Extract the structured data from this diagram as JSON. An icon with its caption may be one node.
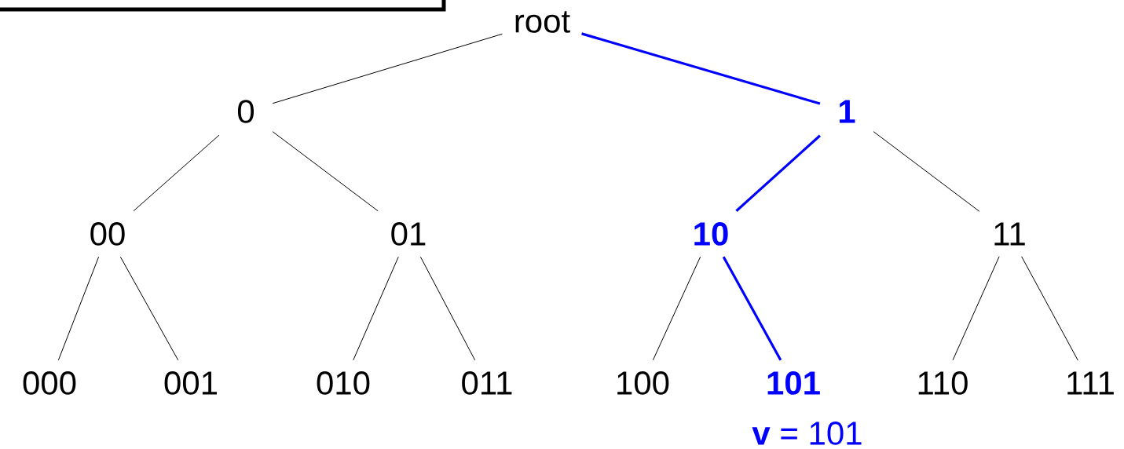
{
  "diagram": {
    "nodes": [
      {
        "text": [
          "root"
        ]
      },
      {
        "text": [
          "0"
        ]
      },
      {
        "text": [
          "1"
        ]
      },
      {
        "text": [
          "00"
        ]
      },
      {
        "text": [
          "01"
        ]
      },
      {
        "text": [
          "10"
        ]
      },
      {
        "text": [
          "11"
        ]
      },
      {
        "text": [
          "000"
        ]
      },
      {
        "text": [
          "001"
        ]
      },
      {
        "text": [
          "010"
        ]
      },
      {
        "text": [
          "011"
        ]
      },
      {
        "text": [
          "100"
        ]
      },
      {
        "text": [
          "101"
        ]
      },
      {
        "text": [
          "110"
        ]
      },
      {
        "text": [
          "111"
        ]
      }
    ],
    "edges": [
      {
        "from": 0,
        "to": 1,
        "arrow": "none"
      },
      {
        "from": 0,
        "to": 2,
        "arrow": "none",
        "style": "thick",
        "color": "#0000ff"
      },
      {
        "from": 1,
        "to": 3,
        "arrow": "none"
      },
      {
        "from": 1,
        "to": 4,
        "arrow": "none"
      },
      {
        "from": 2,
        "to": 5,
        "arrow": "none",
        "style": "thick",
        "color": "#0000ff"
      },
      {
        "from": 2,
        "to": 6,
        "arrow": "none"
      },
      {
        "from": 3,
        "to": 7,
        "arrow": "none"
      },
      {
        "from": 3,
        "to": 8,
        "arrow": "none"
      },
      {
        "from": 4,
        "to": 9,
        "arrow": "none"
      },
      {
        "from": 4,
        "to": 10,
        "arrow": "none"
      },
      {
        "from": 5,
        "to": 11,
        "arrow": "none"
      },
      {
        "from": 5,
        "to": 12,
        "arrow": "none",
        "style": "thick",
        "color": "#0000ff"
      },
      {
        "from": 6,
        "to": 13,
        "arrow": "none"
      },
      {
        "from": 6,
        "to": 14,
        "arrow": "none"
      }
    ],
    "labels": [
      "**v** = 101"
    ]
  }
}
